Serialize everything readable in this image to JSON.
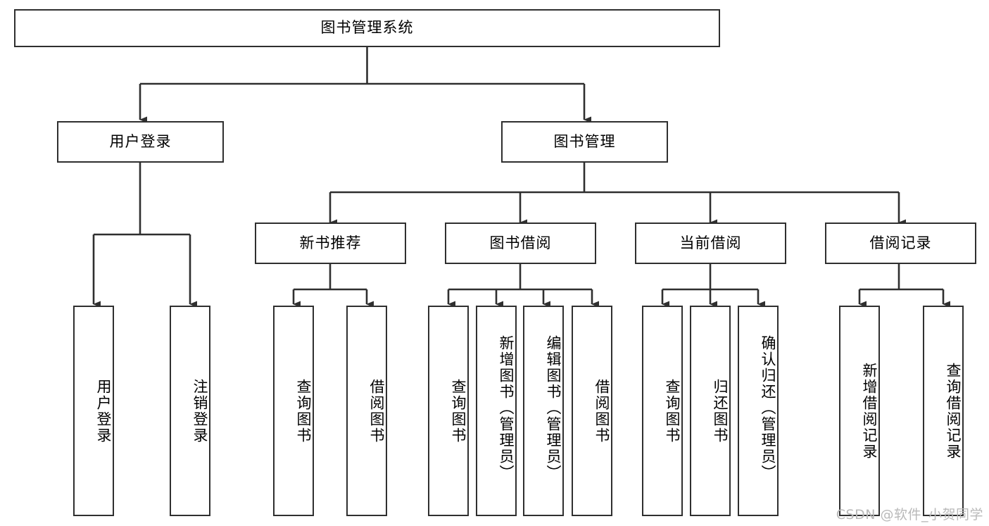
{
  "diagram": {
    "title": "图书管理系统",
    "type": "hierarchy-tree",
    "stroke_color": "#2f2f2f",
    "background_color": "#ffffff",
    "text_color": "#000000"
  },
  "watermark": {
    "text": "CSDN @软件_小贺同学",
    "color": "#b9b9b9"
  },
  "nodes": {
    "root": {
      "label": "图书管理系统",
      "level": 0
    },
    "level1": [
      {
        "id": "user-login",
        "label": "用户登录"
      },
      {
        "id": "book-manage",
        "label": "图书管理"
      }
    ],
    "level2": [
      {
        "id": "new-book-recommend",
        "label": "新书推荐"
      },
      {
        "id": "book-borrow",
        "label": "图书借阅"
      },
      {
        "id": "current-borrow",
        "label": "当前借阅"
      },
      {
        "id": "borrow-record",
        "label": "借阅记录"
      }
    ],
    "leaves": {
      "user-login": [
        {
          "id": "leaf-user-login",
          "label": "用户登录"
        },
        {
          "id": "leaf-logout-login",
          "label": "注销登录"
        }
      ],
      "new-book-recommend": [
        {
          "id": "leaf-query-book-1",
          "label": "查询图书"
        },
        {
          "id": "leaf-borrow-book-1",
          "label": "借阅图书"
        }
      ],
      "book-borrow": [
        {
          "id": "leaf-query-book-2",
          "label": "查询图书"
        },
        {
          "id": "leaf-add-book-admin",
          "label": "新增图书（管理员）"
        },
        {
          "id": "leaf-edit-book-admin",
          "label": "编辑图书（管理员）"
        },
        {
          "id": "leaf-borrow-book-2",
          "label": "借阅图书"
        }
      ],
      "current-borrow": [
        {
          "id": "leaf-query-book-3",
          "label": "查询图书"
        },
        {
          "id": "leaf-return-book",
          "label": "归还图书"
        },
        {
          "id": "leaf-confirm-return-admin",
          "label": "确认归还（管理员）"
        }
      ],
      "borrow-record": [
        {
          "id": "leaf-add-borrow-record",
          "label": "新增借阅记录"
        },
        {
          "id": "leaf-query-borrow-record",
          "label": "查询借阅记录"
        }
      ]
    }
  }
}
